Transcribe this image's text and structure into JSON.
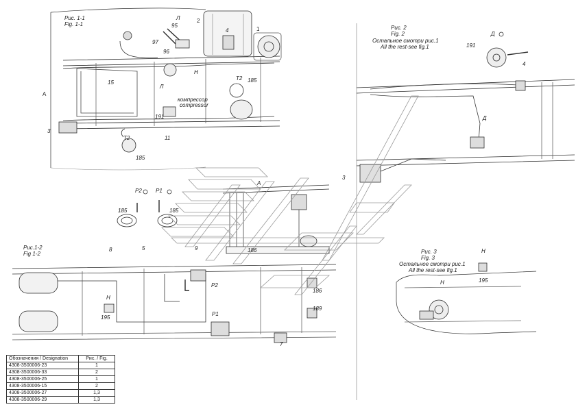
{
  "figures": {
    "fig1_1": {
      "ru": "Рис. 1-1",
      "en": "Fig. 1-1"
    },
    "fig1_2": {
      "ru": "Рис.1-2",
      "en": "Fig 1-2"
    },
    "fig2": {
      "ru": "Рис. 2",
      "en": "Fig. 2",
      "note_ru": "Остальное смотри рис.1",
      "note_en": "All the rest-see fig.1"
    },
    "fig3": {
      "ru": "Рис. 3",
      "en": "Fig. 3",
      "note_ru": "Остальное смотри рис.1",
      "note_en": "All the rest-see fig.1"
    }
  },
  "labels": {
    "A_left": "А",
    "A_mid": "А",
    "l_1": "Л",
    "l_2": "Л",
    "d_1": "Д",
    "d_2": "Д",
    "h_1": "Н",
    "h_2": "Н",
    "h_3": "Н",
    "h_4": "Н",
    "n95": "95",
    "n96": "96",
    "n97": "97",
    "n2": "2",
    "n4a": "4",
    "n1": "1",
    "n15": "15",
    "n3a": "3",
    "n185a": "185",
    "n185b": "185",
    "n185c": "185",
    "n185d": "185",
    "n191a": "191",
    "n191b": "191",
    "n11": "11",
    "t2a": "Т2",
    "t2b": "Т2",
    "n4b": "4",
    "n3b": "3",
    "p2a": "Р2",
    "p1a": "Р1",
    "p2b": "Р2",
    "p1b": "Р1",
    "n8": "8",
    "n5": "5",
    "n9": "9",
    "n186a": "186",
    "n186b": "186",
    "n189": "189",
    "n195a": "195",
    "n195b": "195",
    "n7": "7",
    "compressor_ru": "компрессор",
    "compressor_en": "compressor"
  },
  "spec_table": {
    "header": {
      "designation": "Обозначения / Designation",
      "fig": "Рис. / Fig."
    },
    "rows": [
      {
        "designation": "4308-3500006-23",
        "fig": "1"
      },
      {
        "designation": "4308-3500006-33",
        "fig": "2"
      },
      {
        "designation": "4308-3500006-25",
        "fig": "1"
      },
      {
        "designation": "4308-3500006-15",
        "fig": "2"
      },
      {
        "designation": "4308-3500006-27",
        "fig": "1,3"
      },
      {
        "designation": "4308-3500006-29",
        "fig": "1,3"
      }
    ]
  }
}
